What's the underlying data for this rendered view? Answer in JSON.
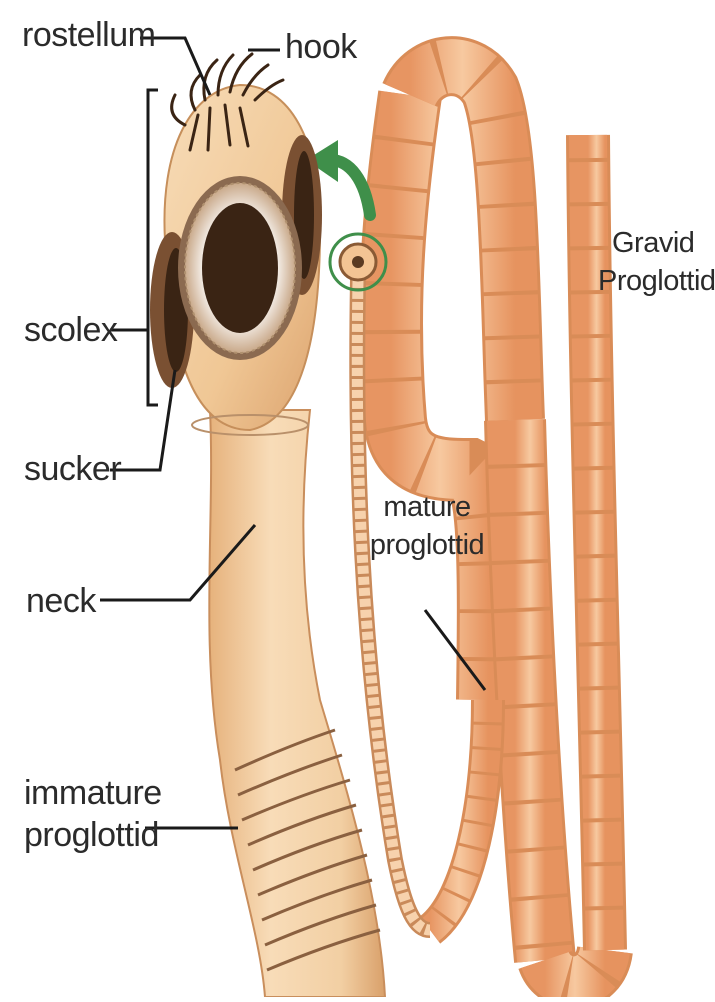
{
  "labels": {
    "rostellum": "rostellum",
    "hook": "hook",
    "scolex": "scolex",
    "sucker": "sucker",
    "neck": "neck",
    "immature_1": "immature",
    "immature_2": "proglottid",
    "mature_1": "mature",
    "mature_2": "proglottid",
    "gravid_1": "Gravid",
    "gravid_2": "Proglottid"
  },
  "colors": {
    "body": "#f0c99a",
    "body_shade": "#dda875",
    "segment": "#f3b98a",
    "segment_dark": "#e8925a",
    "sucker_dark": "#3a2414",
    "arrow": "#3f8f4a",
    "leader": "#1a1a1a"
  }
}
